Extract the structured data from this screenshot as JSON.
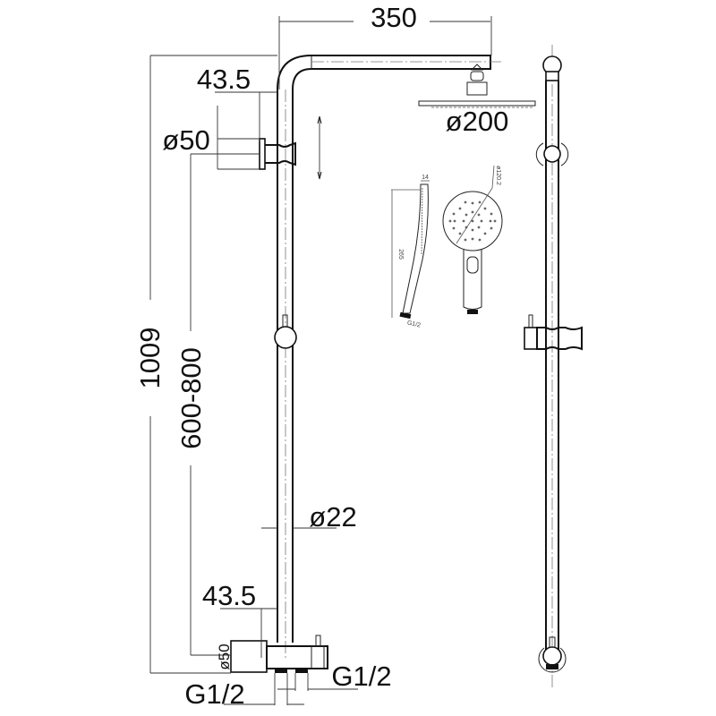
{
  "drawing": {
    "title": "Shower column technical drawing",
    "units": "mm",
    "line_color": "#111111",
    "background": "#ffffff"
  },
  "dimensions": {
    "arm_length": "350",
    "top_offset": "43.5",
    "top_bracket_diameter": "ø50",
    "overhead_diameter": "ø200",
    "total_height": "1009",
    "adjustable_range": "600-800",
    "pipe_diameter": "ø22",
    "bottom_offset": "43.5",
    "bottom_bracket_diameter": "ø50",
    "inlet_left": "G1/2",
    "inlet_right": "G1/2"
  },
  "handshower": {
    "side_width": "14",
    "side_length": "265",
    "side_thread": "G1/2",
    "face_diameter": "ø120.2"
  }
}
